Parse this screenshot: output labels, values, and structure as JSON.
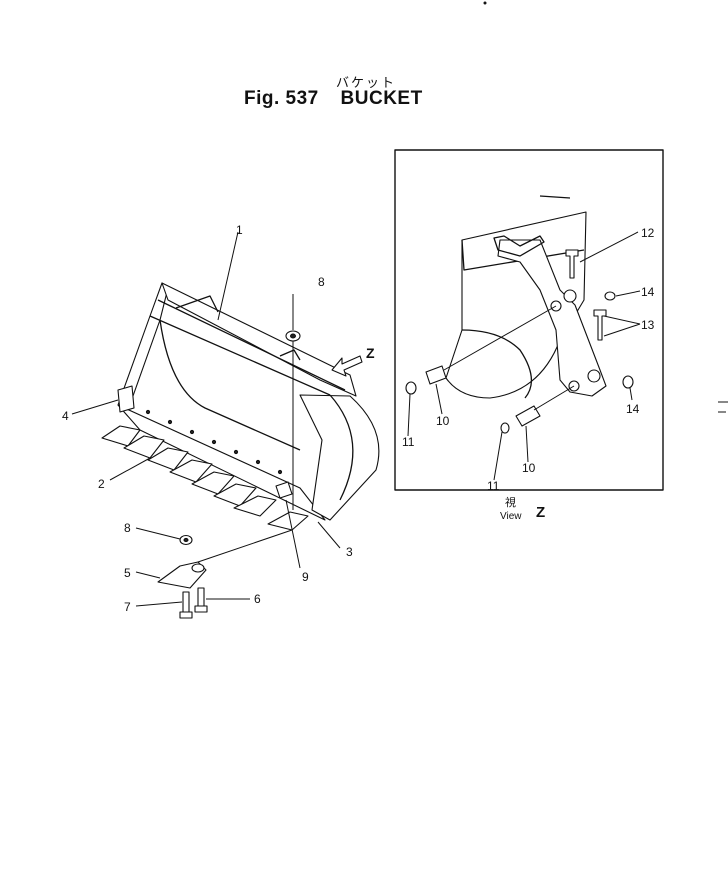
{
  "figure": {
    "jp_title": "バケット",
    "fig_label": "Fig. 537",
    "title": "BUCKET"
  },
  "main_view": {
    "arrow_label": "Z",
    "callouts": [
      {
        "label": "1"
      },
      {
        "label": "2"
      },
      {
        "label": "3"
      },
      {
        "label": "4"
      },
      {
        "label": "5"
      },
      {
        "label": "6"
      },
      {
        "label": "7"
      },
      {
        "label": "8"
      },
      {
        "label": "8"
      },
      {
        "label": "9"
      }
    ]
  },
  "detail_view": {
    "caption_jp": "視",
    "caption_view": "View",
    "caption_letter": "Z",
    "callouts": [
      {
        "label": "12"
      },
      {
        "label": "14"
      },
      {
        "label": "13"
      },
      {
        "label": "14"
      },
      {
        "label": "10"
      },
      {
        "label": "10"
      },
      {
        "label": "11"
      },
      {
        "label": "11"
      }
    ]
  },
  "colors": {
    "ink": "#111111",
    "paper": "#ffffff"
  }
}
